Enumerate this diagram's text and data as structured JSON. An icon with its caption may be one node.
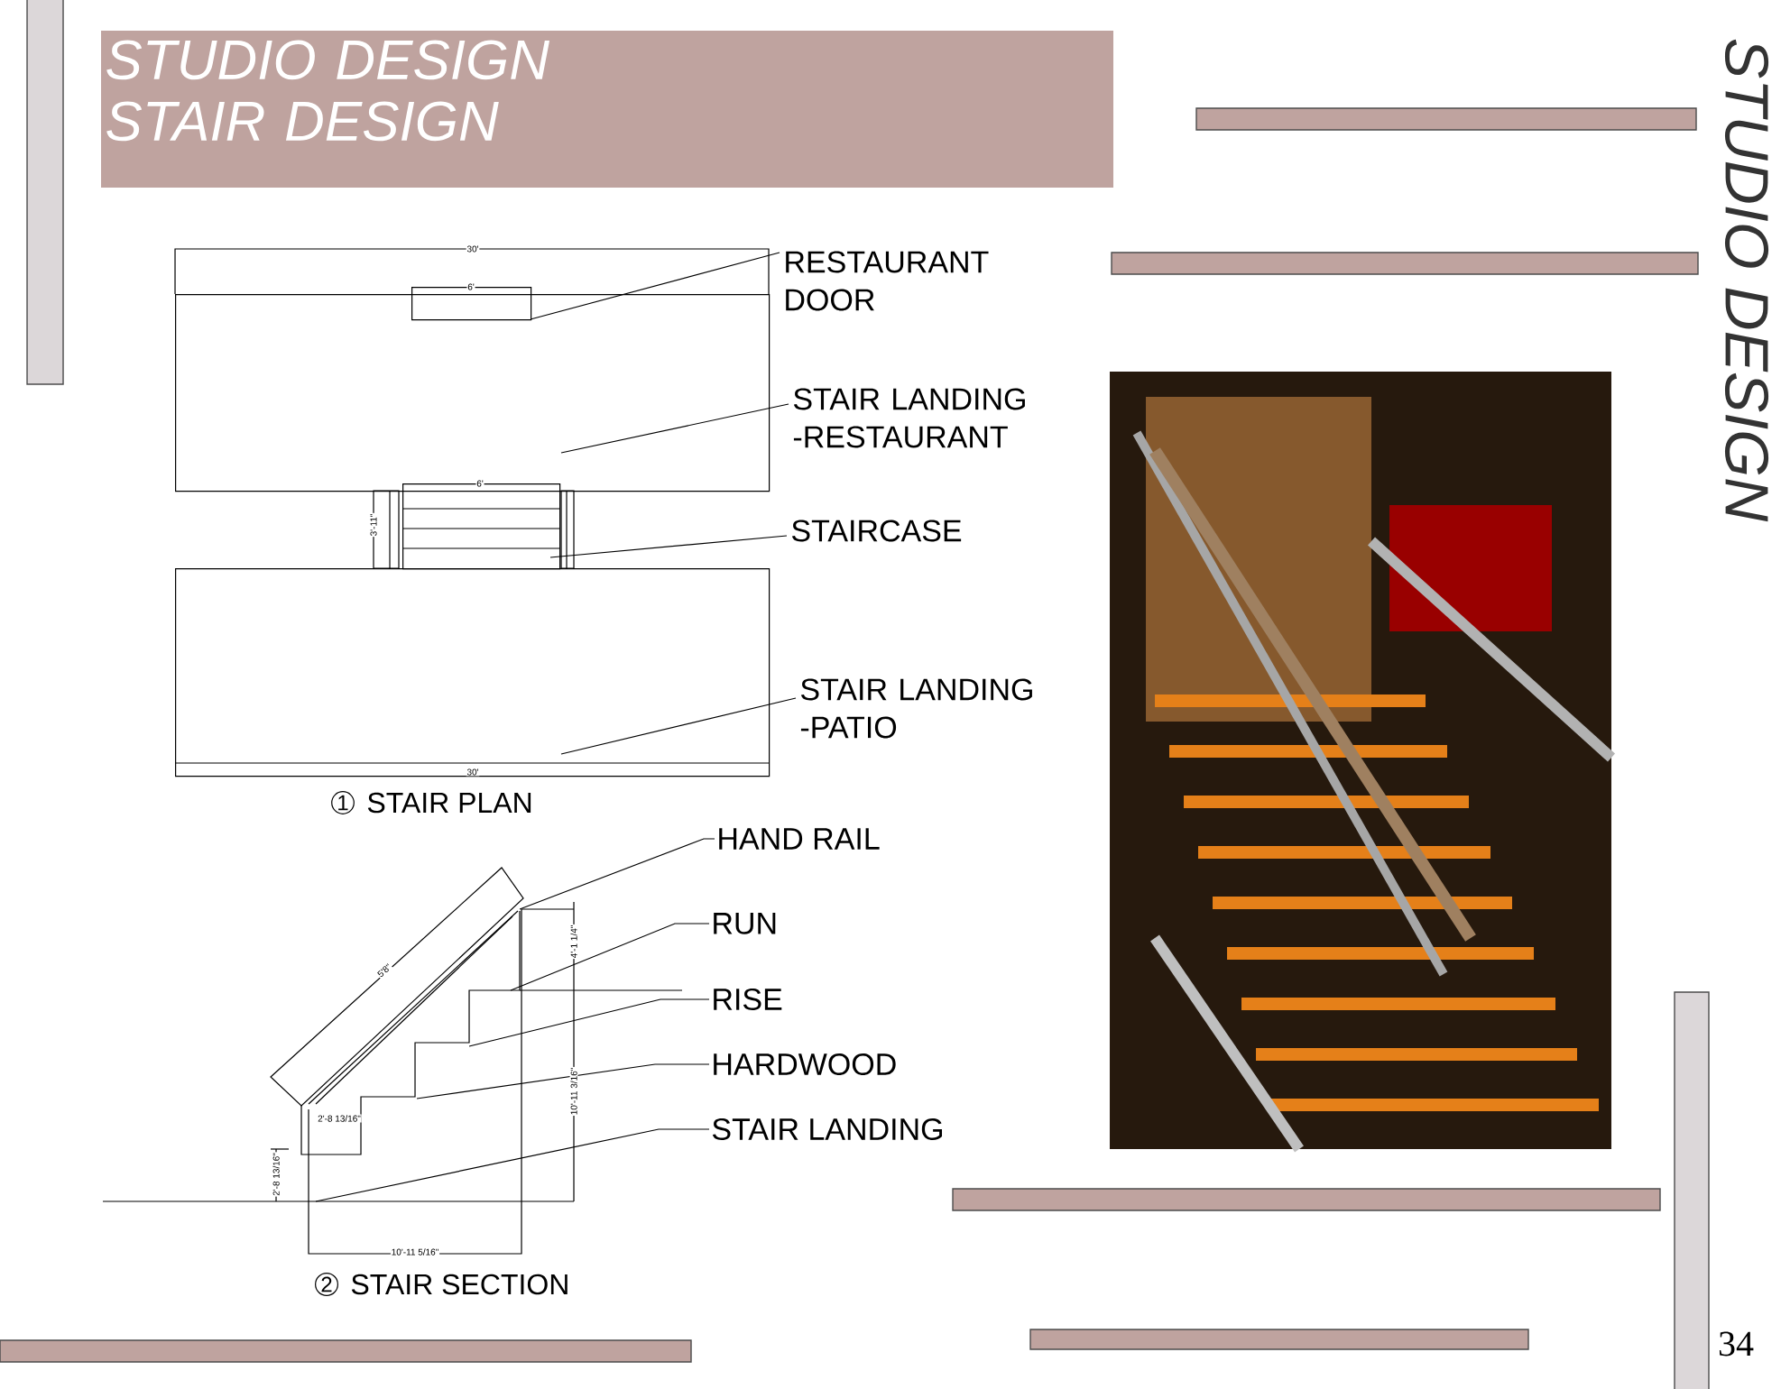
{
  "diagram": {
    "title": "STUDIO DESIGN STAIR DESIGN",
    "nodes": [
      {
        "text": [
          "RESTAURANT DOOR"
        ]
      },
      {
        "text": [],
        "shape": "box"
      },
      {
        "text": [
          "STAIR LANDING -RESTAURANT"
        ]
      },
      {
        "text": [],
        "shape": "box"
      },
      {
        "text": [
          "STAIRCASE"
        ]
      },
      {
        "text": [],
        "shape": "box"
      },
      {
        "text": [
          "STAIR LANDING -PATIO"
        ]
      },
      {
        "text": [],
        "shape": "box"
      },
      {
        "text": [
          "HAND RAIL"
        ]
      },
      {
        "text": [
          "RUN"
        ]
      },
      {
        "text": [
          "RISE"
        ]
      },
      {
        "text": [
          "HARDWOOD"
        ]
      },
      {
        "text": [
          "STAIR LANDING"
        ]
      }
    ],
    "edges": [
      {
        "from": 0,
        "to": 1,
        "arrow": "none"
      },
      {
        "from": 2,
        "to": 3,
        "arrow": "none"
      },
      {
        "from": 4,
        "to": 5,
        "arrow": "none"
      },
      {
        "from": 6,
        "to": 7,
        "arrow": "none"
      },
      {
        "from": 8,
        "to": null,
        "arrow": "none"
      },
      {
        "from": 9,
        "to": null,
        "arrow": "none"
      },
      {
        "from": 10,
        "to": null,
        "arrow": "none"
      },
      {
        "from": 11,
        "to": null,
        "arrow": "none"
      },
      {
        "from": 12,
        "to": null,
        "arrow": "none"
      }
    ],
    "labels": [
      "STUDIO DESIGN",
      "30'",
      "6'",
      "6'",
      "3'-11\"",
      "30'",
      "1",
      "STAIR PLAN",
      "5'8\"",
      "4'-1 1/4\"",
      "10'-11 3/16\"",
      "2'-8 13/16\"",
      "2'-8 13/16\"",
      "10'-11 5/16\"",
      "2",
      "STAIR SECTION",
      "34"
    ]
  }
}
